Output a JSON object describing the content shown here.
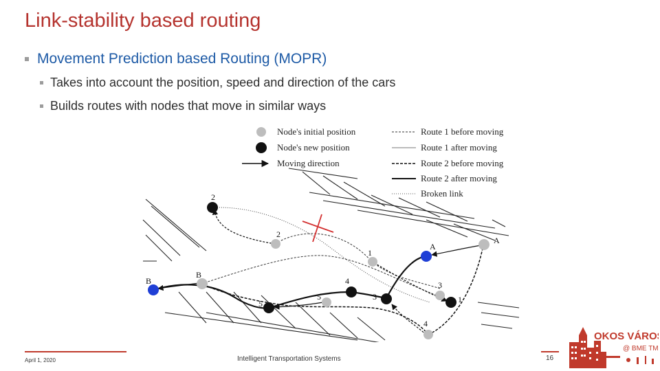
{
  "slide": {
    "title": "Link-stability based routing",
    "bullets": [
      "Movement Prediction based Routing (MOPR)",
      "Takes into account the position, speed and direction of the cars",
      "Builds routes with nodes that move in similar ways"
    ]
  },
  "diagram": {
    "legend": {
      "initial_position": "Node's initial position",
      "new_position": "Node's new position",
      "moving_direction": "Moving direction",
      "route1_before": "Route 1 before moving",
      "route1_after": "Route 1 after moving",
      "route2_before": "Route 2 before moving",
      "route2_after": "Route 2 after moving",
      "broken_link": "Broken link"
    },
    "labels": {
      "n2_new": "2",
      "n2_init": "2",
      "n1_init": "1",
      "nA_new": "A",
      "nA_init": "A",
      "nB_new": "B",
      "nB_init": "B",
      "n4_new": "4",
      "n3_new": "3",
      "n3_init": "3",
      "n1_new": "1",
      "n5_new": "5",
      "n5_init": "5",
      "n4_init": "4"
    },
    "colors": {
      "initial": "#bdbdbd",
      "new": "#111111",
      "endpoint": "#1f3fd6"
    }
  },
  "footer": {
    "date": "April 1, 2020",
    "center": "Intelligent Transportation Systems",
    "page": "16"
  },
  "logo": {
    "line1": "OKOS VÁROS",
    "line2": "@ BME TMIT",
    "colors": {
      "brand": "#c0392b"
    }
  }
}
